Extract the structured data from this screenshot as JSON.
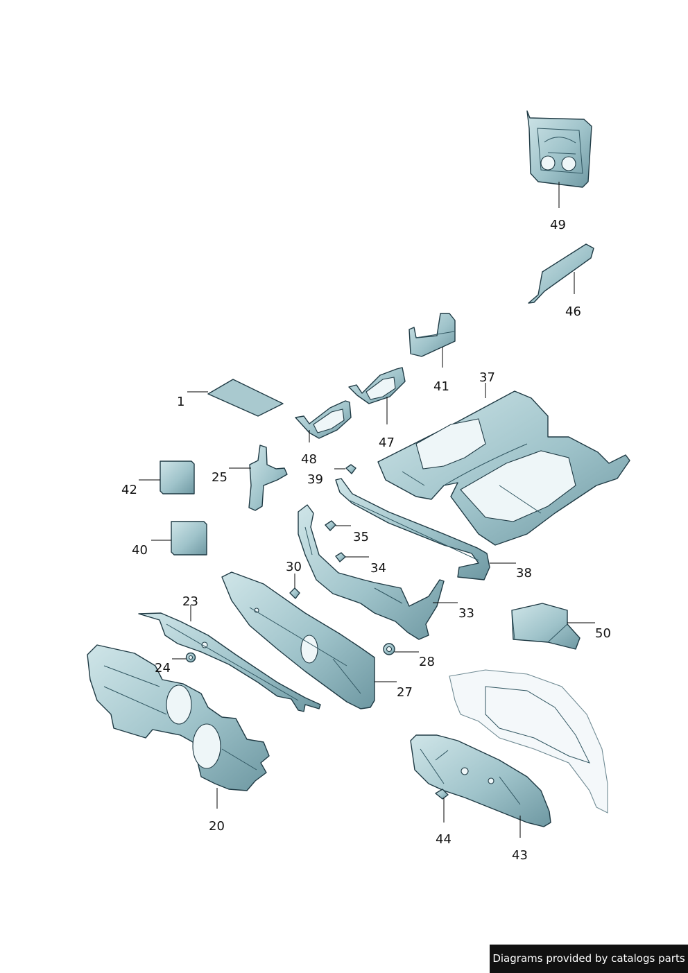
{
  "diagram": {
    "labels": [
      "1",
      "20",
      "23",
      "24",
      "25",
      "27",
      "28",
      "30",
      "33",
      "34",
      "35",
      "37",
      "38",
      "39",
      "40",
      "41",
      "42",
      "43",
      "44",
      "46",
      "47",
      "48",
      "49",
      "50"
    ]
  },
  "colors": {
    "part_light": "#c3dde1",
    "part_dark": "#6e98a2",
    "outline": "#1f3a44",
    "hood": "#f4f8fa"
  },
  "credit": {
    "text": "Diagrams provided by catalogs parts"
  }
}
